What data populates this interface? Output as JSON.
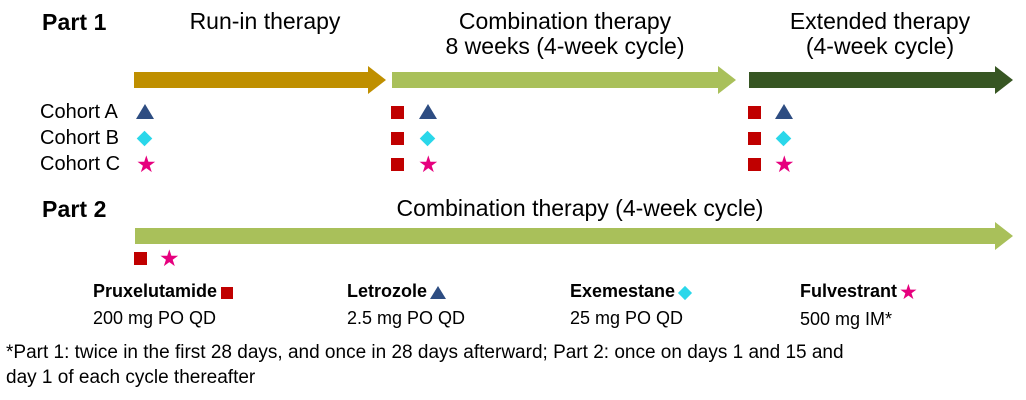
{
  "parts": {
    "part1": {
      "label": "Part 1",
      "phases": [
        {
          "name": "run-in",
          "line1": "Run-in therapy",
          "line2": "",
          "color": "#bf8f00"
        },
        {
          "name": "combination",
          "line1": "Combination therapy",
          "line2": "8 weeks (4-week cycle)",
          "color": "#a9c05a"
        },
        {
          "name": "extended",
          "line1": "Extended therapy",
          "line2": "(4-week cycle)",
          "color": "#375623"
        }
      ],
      "cohorts": [
        {
          "label": "Cohort A",
          "marker": "triangle-icon",
          "marker_color": "#2e4d82"
        },
        {
          "label": "Cohort B",
          "marker": "diamond-icon",
          "marker_color": "#2ad7ea"
        },
        {
          "label": "Cohort C",
          "marker": "star-icon",
          "marker_color": "#e6007e"
        }
      ],
      "square_marker": "square-icon",
      "square_color": "#c00000"
    },
    "part2": {
      "label": "Part 2",
      "title": "Combination therapy (4-week cycle)",
      "color": "#a9c05a",
      "markers": [
        "square-icon",
        "star-icon"
      ]
    }
  },
  "drugs": [
    {
      "name": "Pruxelutamide",
      "dose": "200 mg PO QD",
      "marker": "square-icon",
      "marker_color": "#c00000"
    },
    {
      "name": "Letrozole",
      "dose": "2.5 mg PO QD",
      "marker": "triangle-icon",
      "marker_color": "#2e4d82"
    },
    {
      "name": "Exemestane",
      "dose": "25 mg PO QD",
      "marker": "diamond-icon",
      "marker_color": "#2ad7ea"
    },
    {
      "name": "Fulvestrant",
      "dose": "500 mg IM*",
      "marker": "star-icon",
      "marker_color": "#e6007e"
    }
  ],
  "footnote": "*Part 1: twice in the first 28 days, and once in 28 days afterward; Part 2: once on days 1 and 15 and\nday 1 of each cycle thereafter"
}
